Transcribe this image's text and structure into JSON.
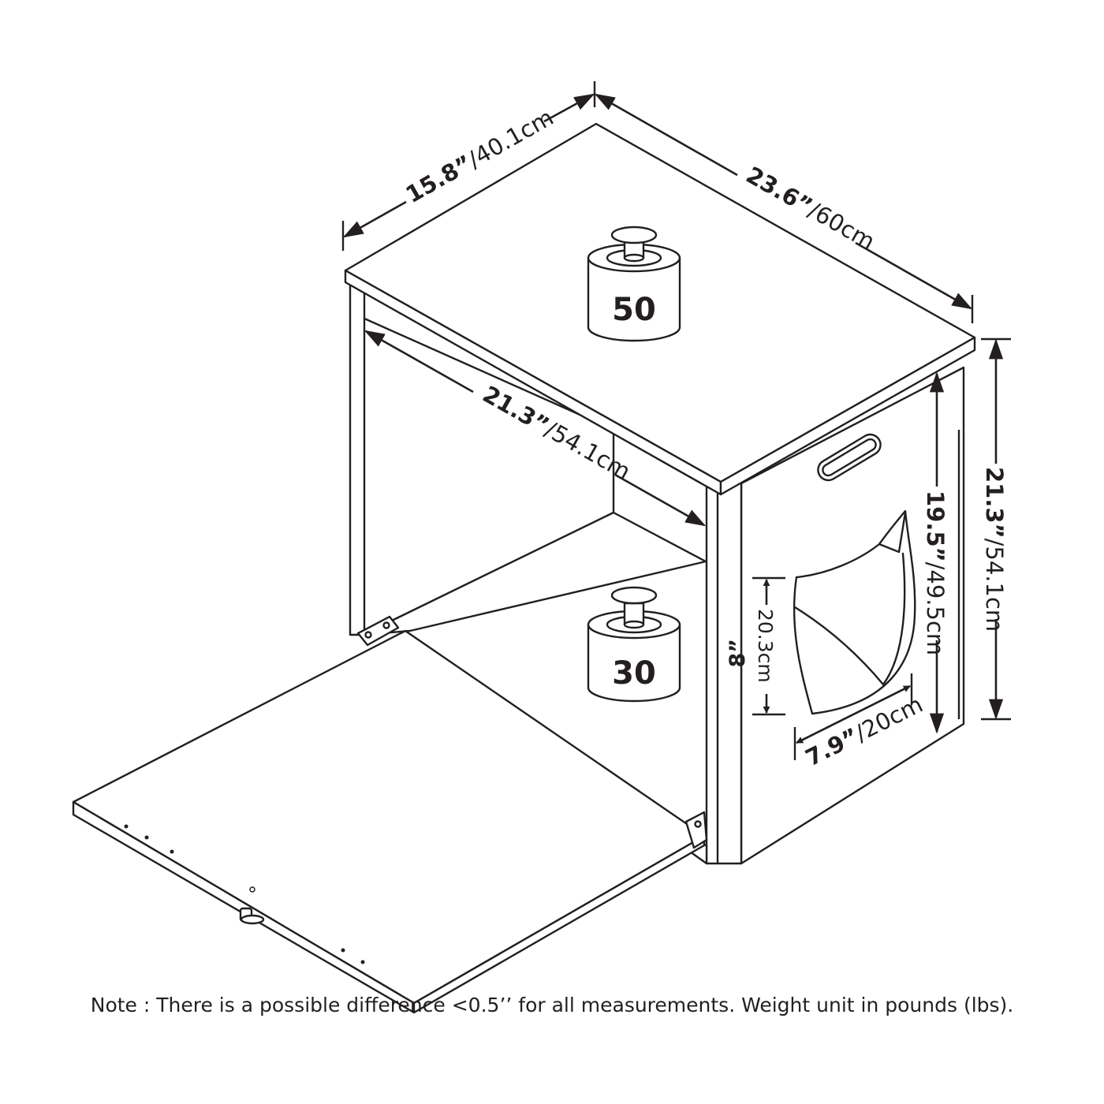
{
  "dimensions": {
    "top_depth": {
      "imperial": "15.8”",
      "metric": "/40.1cm"
    },
    "top_width": {
      "imperial": "23.6”",
      "metric": "/60cm"
    },
    "inner_width": {
      "imperial": "21.3”",
      "metric": "/54.1cm"
    },
    "total_height": {
      "imperial": "21.3”",
      "metric": "/54.1cm"
    },
    "inner_height": {
      "imperial": "19.5”",
      "metric": "/49.5cm"
    },
    "opening_height": {
      "imperial": "8”",
      "metric": "20.3cm"
    },
    "opening_width": {
      "imperial": "7.9”",
      "metric": "/20cm"
    }
  },
  "weights": {
    "top_capacity": "50",
    "shelf_capacity": "30"
  },
  "note": "Note : There is a possible difference <0.5’’ for all measurements. Weight unit in pounds (lbs)."
}
